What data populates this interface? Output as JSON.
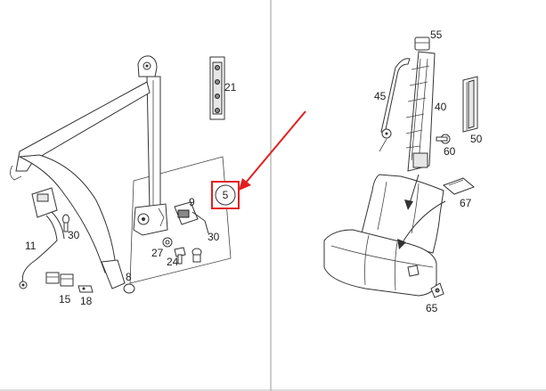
{
  "callouts": {
    "c55": "55",
    "c45": "45",
    "c40": "40",
    "c50": "50",
    "c60": "60",
    "c67": "67",
    "c65": "65",
    "c21": "21",
    "c11": "11",
    "c30a": "30",
    "c9": "9",
    "c5": "5",
    "c30b": "30",
    "c27": "27",
    "c24": "24",
    "c8": "8",
    "c15": "15",
    "c18": "18"
  },
  "colors": {
    "highlight": "#e02020",
    "linework": "#333333",
    "divider": "#999999"
  }
}
